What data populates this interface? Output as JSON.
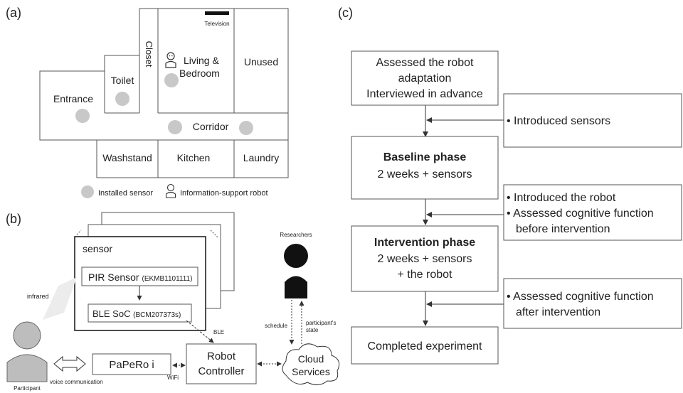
{
  "panel_a": {
    "label": "(a)",
    "television": "Television",
    "closet": "Closet",
    "living_line1": "Living &",
    "living_line2": "Bedroom",
    "unused": "Unused",
    "toilet": "Toilet",
    "entrance": "Entrance",
    "corridor": "Corridor",
    "washstand": "Washstand",
    "kitchen": "Kitchen",
    "laundry": "Laundry",
    "legend_sensor": "Installed sensor",
    "legend_robot": "Information-support robot"
  },
  "panel_b": {
    "label": "(b)",
    "sensor_title": "sensor",
    "pir_name": "PIR Sensor",
    "pir_model": "(EKMB1101111)",
    "ble_name": "BLE SoC",
    "ble_model": "(BCM207373s)",
    "infrared": "infrared",
    "researchers": "Researchers",
    "ble_link": "BLE",
    "schedule": "schedule",
    "state_line1": "participant's",
    "state_line2": "state",
    "participant": "Participant",
    "voice": "voice communication",
    "papero": "PaPeRo i",
    "wifi": "WiFi",
    "robot_line1": "Robot",
    "robot_line2": "Controller",
    "cloud_line1": "Cloud",
    "cloud_line2": "Services"
  },
  "panel_c": {
    "label": "(c)",
    "step1": [
      "Assessed the robot",
      "adaptation",
      "Interviewed in advance"
    ],
    "note1": [
      "• Introduced sensors"
    ],
    "step2_title": "Baseline phase",
    "step2": [
      "2 weeks + sensors"
    ],
    "note2": [
      "• Introduced the robot",
      "• Assessed cognitive function",
      "  before intervention"
    ],
    "step3_title": "Intervention phase",
    "step3": [
      "2 weeks + sensors",
      "+ the robot"
    ],
    "note3": [
      "• Assessed cognitive function",
      "  after intervention"
    ],
    "step4": [
      "Completed experiment"
    ]
  }
}
